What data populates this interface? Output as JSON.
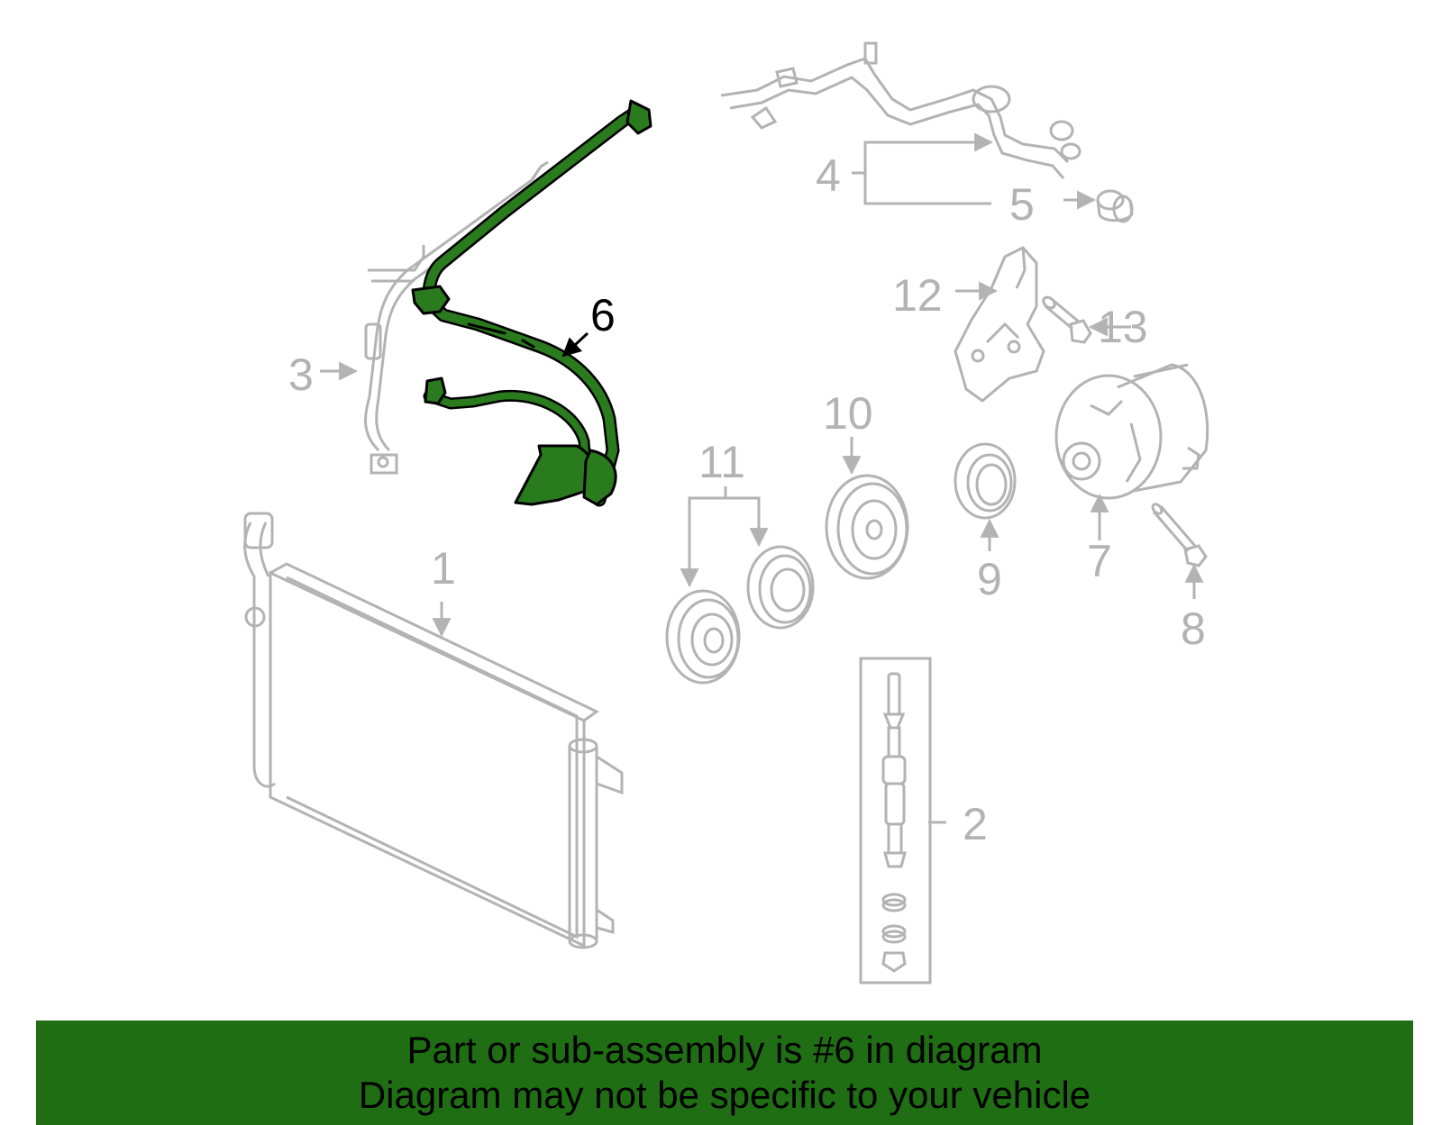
{
  "diagram": {
    "highlighted_part": "6",
    "colors": {
      "highlight": "#2a7a1e",
      "outline": "#000000",
      "inactive": "#b3b3b3",
      "banner": "#1f6e14"
    },
    "callouts": {
      "c1": "1",
      "c2": "2",
      "c3": "3",
      "c4": "4",
      "c5": "5",
      "c6": "6",
      "c7": "7",
      "c8": "8",
      "c9": "9",
      "c10": "10",
      "c11": "11",
      "c12": "12",
      "c13": "13"
    }
  },
  "banner": {
    "line1": "Part or sub-assembly is #6 in diagram",
    "line2": "Diagram may not be specific to your vehicle"
  }
}
